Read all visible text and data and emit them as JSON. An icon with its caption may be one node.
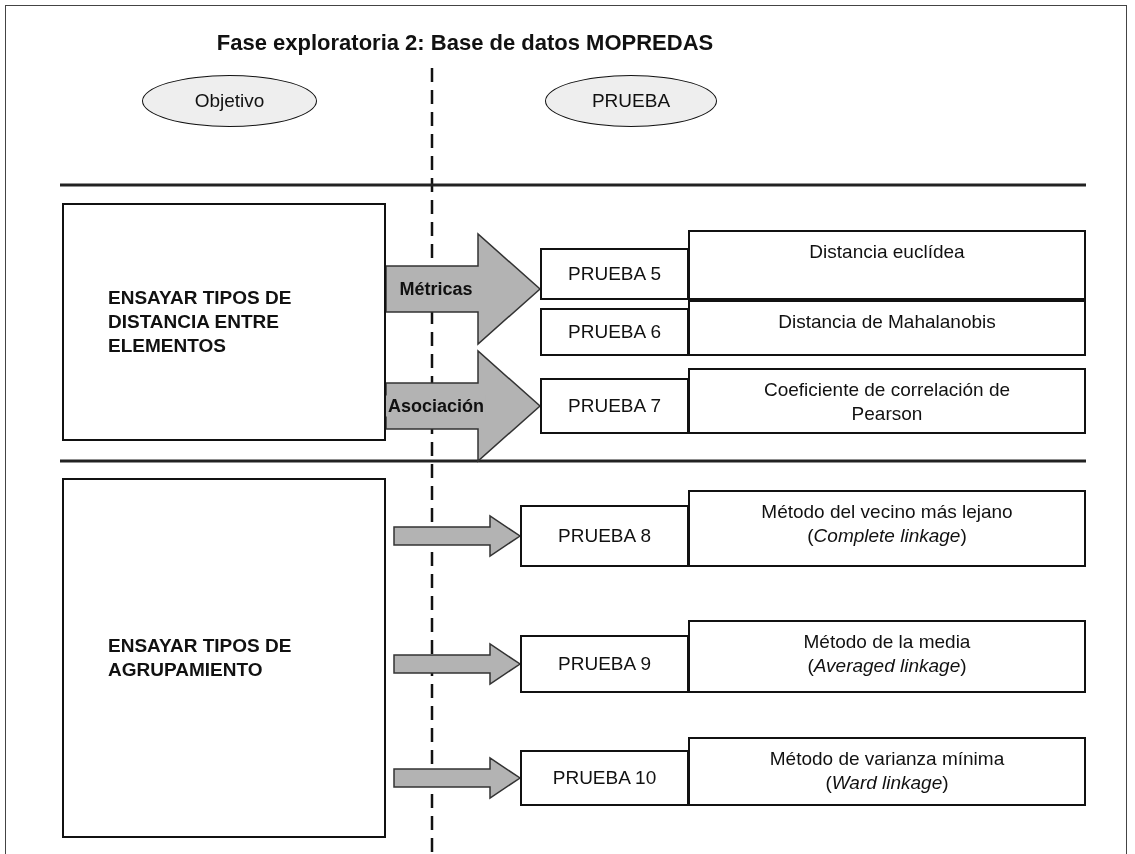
{
  "diagram": {
    "title": "Fase exploratoria 2:  Base de datos MOPREDAS",
    "nodes": [
      {
        "text": [
          "Objetivo"
        ]
      },
      {
        "text": [
          "PRUEBA"
        ]
      },
      {
        "text": [
          "ENSAYAR TIPOS DE DISTANCIA ENTRE ELEMENTOS"
        ]
      },
      {
        "text": [
          "PRUEBA 5"
        ]
      },
      {
        "text": [
          "Distancia euclídea"
        ]
      },
      {
        "text": [
          "PRUEBA 6"
        ]
      },
      {
        "text": [
          "Distancia de Mahalanobis"
        ]
      },
      {
        "text": [
          "PRUEBA 7"
        ]
      },
      {
        "text": [
          "Coeficiente de correlación de Pearson"
        ]
      },
      {
        "text": [
          "ENSAYAR TIPOS DE AGRUPAMIENTO"
        ]
      },
      {
        "text": [
          "PRUEBA 8"
        ]
      },
      {
        "text": [
          "Método del vecino más lejano",
          "(*Complete linkage*)"
        ]
      },
      {
        "text": [
          "PRUEBA 9"
        ]
      },
      {
        "text": [
          "Método de la media",
          "(*Averaged linkage*)"
        ]
      },
      {
        "text": [
          "PRUEBA 10"
        ]
      },
      {
        "text": [
          "Método de varianza mínima",
          "(*Ward  linkage*)"
        ]
      }
    ],
    "edges": [
      {
        "from": 2,
        "to": 3,
        "arrow": "to",
        "label": "Métricas"
      },
      {
        "from": 2,
        "to": 5,
        "arrow": "to"
      },
      {
        "from": 2,
        "to": 7,
        "arrow": "to",
        "label": "Asociación"
      },
      {
        "from": 9,
        "to": 10,
        "arrow": "to"
      },
      {
        "from": 9,
        "to": 12,
        "arrow": "to"
      },
      {
        "from": 9,
        "to": 14,
        "arrow": "to"
      }
    ]
  }
}
